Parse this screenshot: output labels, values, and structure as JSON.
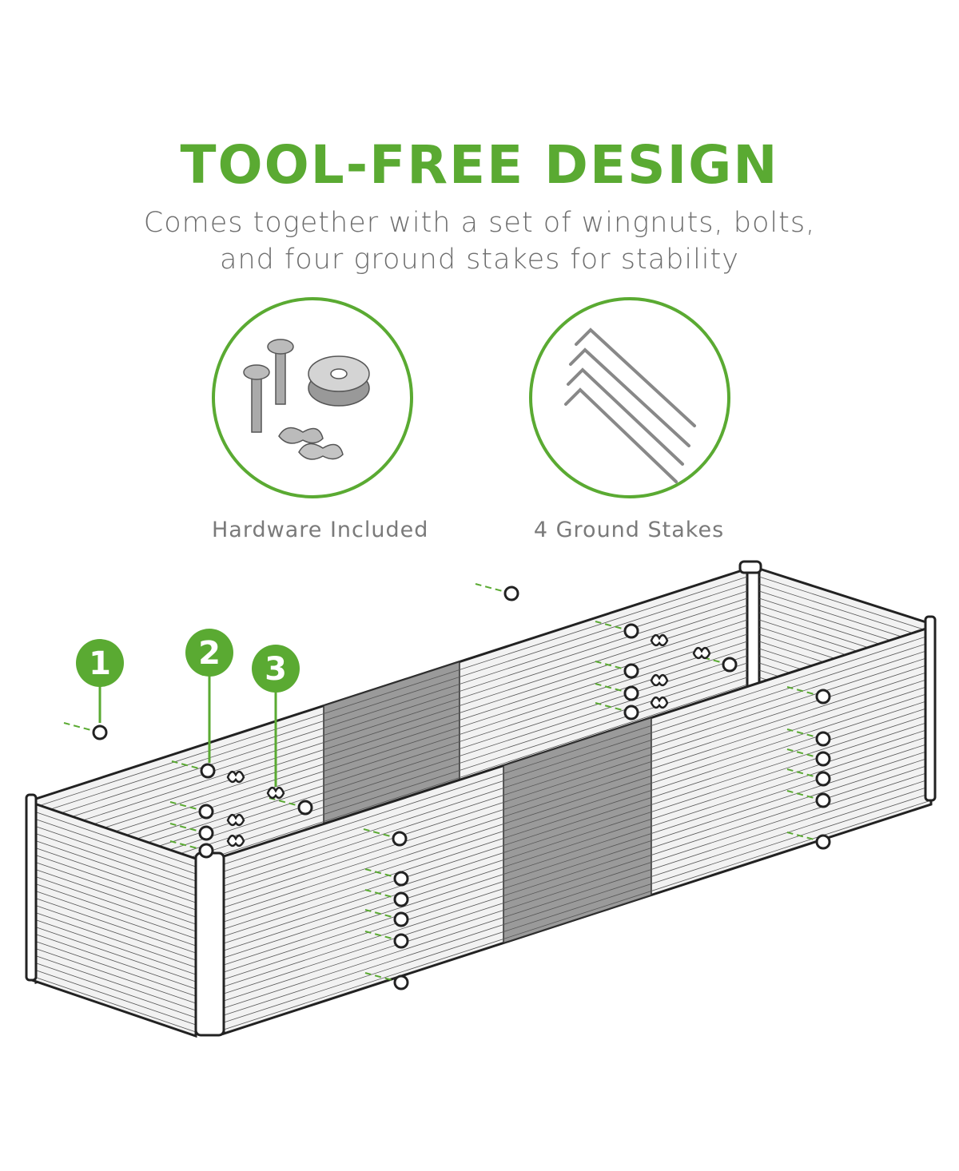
{
  "header": {
    "title": "TOOL-FREE DESIGN",
    "subtitle_line1": "Comes together with a set of wingnuts, bolts,",
    "subtitle_line2": "and four ground stakes for stability"
  },
  "features": [
    {
      "icon": "hardware-icon",
      "caption": "Hardware Included"
    },
    {
      "icon": "ground-stakes-icon",
      "caption": "4 Ground Stakes"
    }
  ],
  "diagram": {
    "steps": [
      {
        "number": "1"
      },
      {
        "number": "2"
      },
      {
        "number": "3"
      }
    ]
  },
  "colors": {
    "accent": "#5aaa32",
    "text": "#6e6e6e",
    "panel": "#f2f2f2",
    "panel_dark": "#9a9a9a"
  }
}
